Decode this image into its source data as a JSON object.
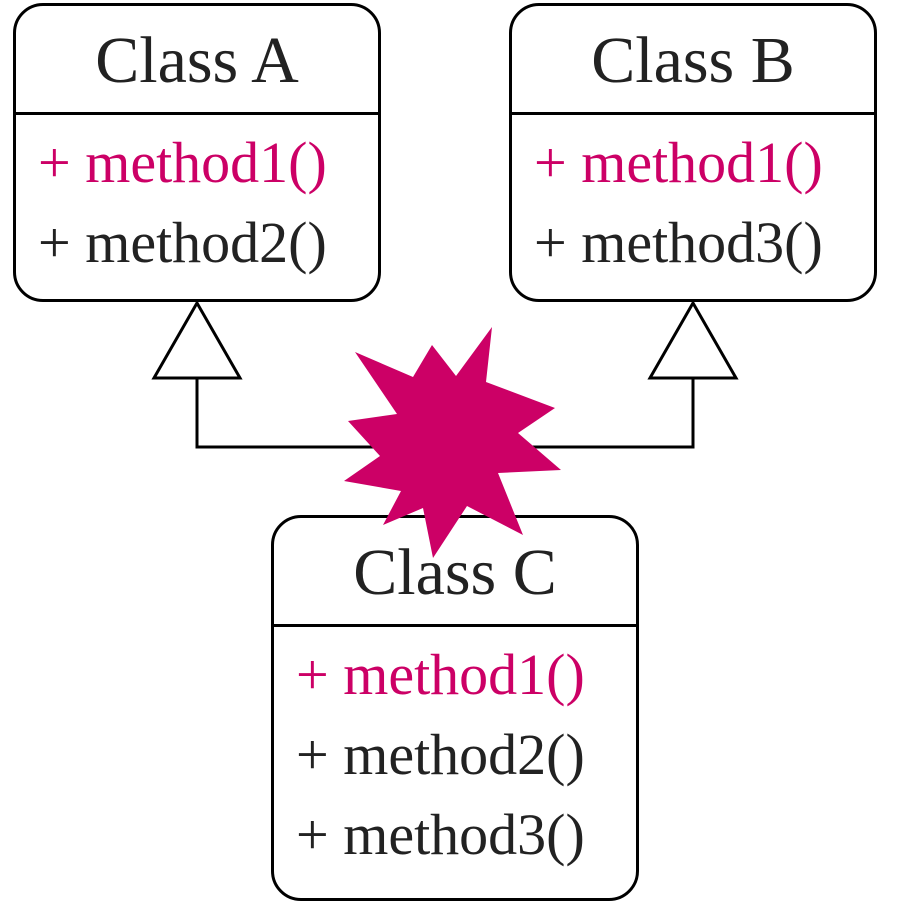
{
  "colors": {
    "conflict": "#cc0066",
    "text": "#222222",
    "border": "#000000"
  },
  "classes": {
    "a": {
      "name": "Class A",
      "methods": [
        "+ method1()",
        "+ method2()"
      ]
    },
    "b": {
      "name": "Class B",
      "methods": [
        "+ method1()",
        "+ method3()"
      ]
    },
    "c": {
      "name": "Class C",
      "methods": [
        "+ method1()",
        "+ method2()",
        "+ method3()"
      ]
    }
  },
  "icons": {
    "conflict": "starburst-icon"
  }
}
